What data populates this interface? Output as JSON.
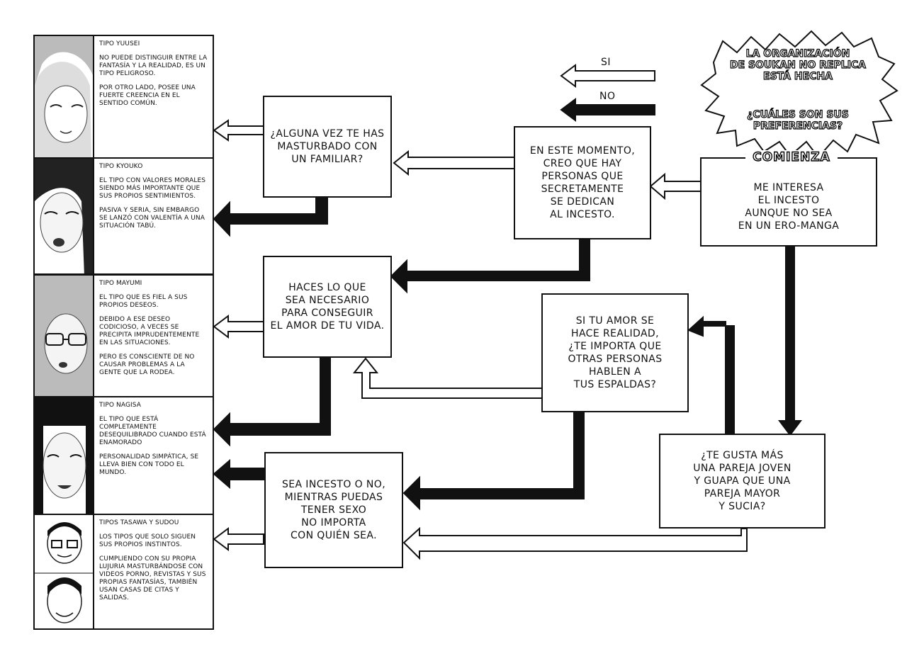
{
  "legend": {
    "yes": "SI",
    "no": "NO"
  },
  "banner": {
    "title": "LA ORGANIZACIÓN\nDE SOUKAN NO REPLICA\nESTÁ HECHA",
    "question": "¿CUÁLES SON SUS\nPREFERENCIAS?"
  },
  "start_label": "COMIENZA",
  "nodes": {
    "start": "ME INTERESA\nEL INCESTO\nAUNQUE NO SEA\nEN UN ERO-MANGA",
    "secret": "EN ESTE MOMENTO,\nCREO QUE HAY\nPERSONAS QUE\nSECRETAMENTE\nSE DEDICAN\nAL INCESTO.",
    "masturbado": "¿ALGUNA VEZ TE HAS\nMASTURBADO CON\nUN FAMILIAR?",
    "haces": "HACES LO QUE\nSEA NECESARIO\nPARA CONSEGUIR\nEL AMOR DE TU VIDA.",
    "amor": "SI TU AMOR SE\nHACE REALIDAD,\n¿TE IMPORTA QUE\nOTRAS PERSONAS\nHABLEN A\nTUS ESPALDAS?",
    "incesto_no": "SEA INCESTO O NO,\nMIENTRAS PUEDAS\nTENER SEXO\nNO IMPORTA\nCON QUIÉN SEA.",
    "pareja": "¿TE GUSTA MÁS\nUNA PAREJA JOVEN\nY GUAPA QUE UNA\nPAREJA MAYOR\nY SUCIA?"
  },
  "types": [
    {
      "name": "TIPO YUUSEI",
      "desc": [
        "NO PUEDE DISTINGUIR ENTRE LA FANTASÍA Y LA REALIDAD, ES UN TIPO PELIGROSO.",
        "POR OTRO LADO, POSEE UNA FUERTE CREENCIA EN EL SENTIDO COMÚN."
      ]
    },
    {
      "name": "TIPO KYOUKO",
      "desc": [
        "EL TIPO CON VALORES MORALES SIENDO MÁS IMPORTANTE QUE SUS PROPIOS SENTIMIENTOS.",
        "PASIVA Y SERIA, SIN EMBARGO SE LANZÓ CON VALENTÍA A UNA SITUACIÓN TABÚ."
      ]
    },
    {
      "name": "TIPO MAYUMI",
      "desc": [
        "EL TIPO QUE ES FIEL A SUS PROPIOS DESEOS.",
        "DEBIDO A ESE DESEO CODICIOSO, A VECES SE PRECIPITA IMPRUDENTEMENTE EN LAS SITUACIONES.",
        "PERO ES CONSCIENTE DE NO CAUSAR PROBLEMAS A LA GENTE QUE LA RODEA."
      ]
    },
    {
      "name": "TIPO NAGISA",
      "desc": [
        "EL TIPO QUE ESTÁ COMPLETAMENTE DESEQUILIBRADO CUANDO ESTÁ ENAMORADO",
        "PERSONALIDAD SIMPÁTICA, SE LLEVA BIEN CON TODO EL MUNDO."
      ]
    },
    {
      "name": "TIPOS TASAWA Y SUDOU",
      "desc": [
        "LOS TIPOS QUE SOLO SIGUEN SUS PROPIOS INSTINTOS.",
        "CUMPLIENDO CON SU PROPIA LUJURIA MASTURBÁNDOSE CON VIDEOS PORNO, REVISTAS Y SUS PROPIAS FANTASÍAS, TAMBIÉN USAN CASAS DE CITAS Y SALIDAS."
      ]
    }
  ]
}
